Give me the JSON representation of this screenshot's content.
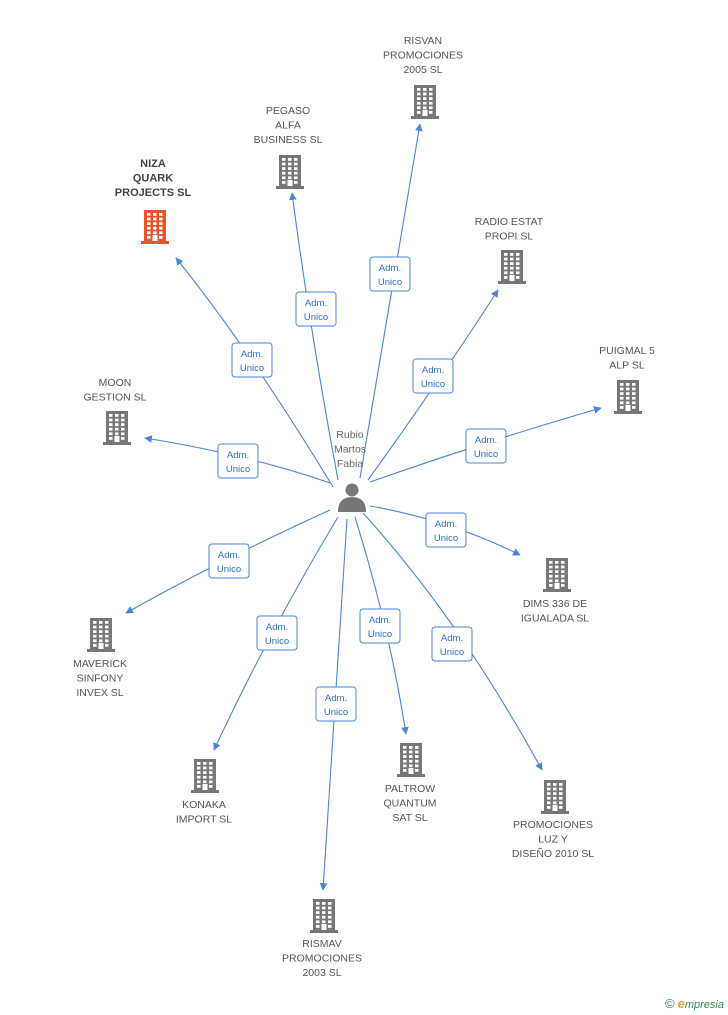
{
  "colors": {
    "edge": "#4a86d4",
    "building": "#777777",
    "building_highlight": "#e8552d",
    "person": "#777777"
  },
  "person": {
    "name_lines": [
      "Rubio",
      "Martos",
      "Fabia"
    ],
    "icon": "person-icon"
  },
  "relation": {
    "line1": "Adm.",
    "line2": "Unico"
  },
  "companies": [
    {
      "id": "niza",
      "lines": [
        "NIZA",
        "QUARK",
        "PROJECTS SL"
      ],
      "highlight": true,
      "icon": "building-icon"
    },
    {
      "id": "pegaso",
      "lines": [
        "PEGASO",
        "ALFA",
        "BUSINESS  SL"
      ],
      "highlight": false,
      "icon": "building-icon"
    },
    {
      "id": "risvan",
      "lines": [
        "RISVAN",
        "PROMOCIONES",
        "2005 SL"
      ],
      "highlight": false,
      "icon": "building-icon"
    },
    {
      "id": "radio",
      "lines": [
        "RADIO ESTAT",
        "PROPI SL"
      ],
      "highlight": false,
      "icon": "building-icon"
    },
    {
      "id": "puigmal",
      "lines": [
        "PUIGMAL 5",
        "ALP SL"
      ],
      "highlight": false,
      "icon": "building-icon"
    },
    {
      "id": "moon",
      "lines": [
        "MOON",
        "GESTION SL"
      ],
      "highlight": false,
      "icon": "building-icon"
    },
    {
      "id": "dims",
      "lines": [
        "DIMS 336 DE",
        "IGUALADA SL"
      ],
      "highlight": false,
      "icon": "building-icon"
    },
    {
      "id": "maverick",
      "lines": [
        "MAVERICK",
        "SINFONY",
        "INVEX SL"
      ],
      "highlight": false,
      "icon": "building-icon"
    },
    {
      "id": "konaka",
      "lines": [
        "KONAKA",
        "IMPORT SL"
      ],
      "highlight": false,
      "icon": "building-icon"
    },
    {
      "id": "paltrow",
      "lines": [
        "PALTROW",
        "QUANTUM",
        "SAT  SL"
      ],
      "highlight": false,
      "icon": "building-icon"
    },
    {
      "id": "promociones",
      "lines": [
        "PROMOCIONES",
        "LUZ Y",
        "DISEÑO 2010 SL"
      ],
      "highlight": false,
      "icon": "building-icon"
    },
    {
      "id": "rismav",
      "lines": [
        "RISMAV",
        "PROMOCIONES",
        "2003 SL"
      ],
      "highlight": false,
      "icon": "building-icon"
    }
  ],
  "footer": {
    "copyright": "©",
    "brand_initial": "e",
    "brand_rest": "mpresia"
  }
}
